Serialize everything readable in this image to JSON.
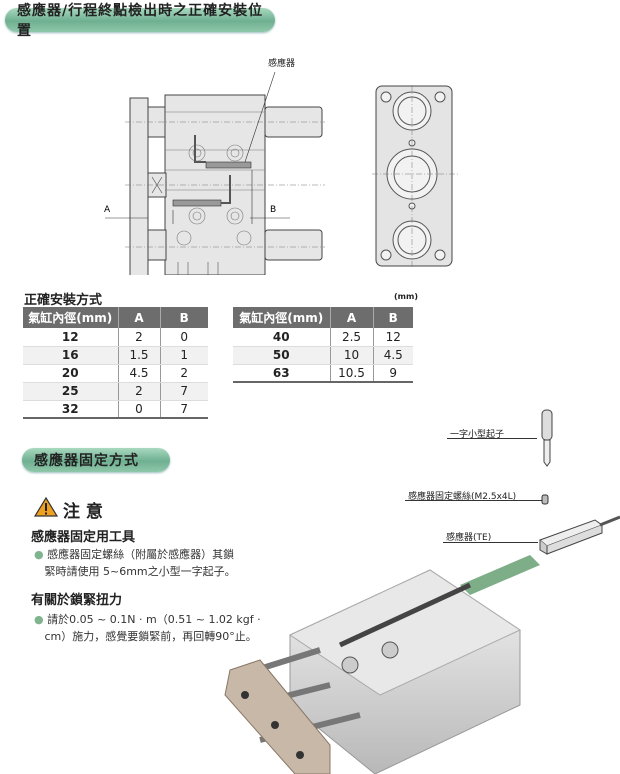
{
  "header": {
    "title": "感應器/行程終點檢出時之正確安裝位置"
  },
  "drawing": {
    "sensor_label": "感應器",
    "label_a": "A",
    "label_b": "B"
  },
  "tables": {
    "title": "正確安裝方式",
    "unit": "(mm)",
    "headers": [
      "氣缸內徑(mm)",
      "A",
      "B"
    ],
    "left": [
      [
        "12",
        "2",
        "0"
      ],
      [
        "16",
        "1.5",
        "1"
      ],
      [
        "20",
        "4.5",
        "2"
      ],
      [
        "25",
        "2",
        "7"
      ],
      [
        "32",
        "0",
        "7"
      ]
    ],
    "right": [
      [
        "40",
        "2.5",
        "12"
      ],
      [
        "50",
        "10",
        "4.5"
      ],
      [
        "63",
        "10.5",
        "9"
      ]
    ]
  },
  "section2": {
    "title": "感應器固定方式"
  },
  "caution": {
    "title": "注 意",
    "tool_heading": "感應器固定用工具",
    "tool_text_1": "感應器固定螺絲（附屬於感應器）其鎖",
    "tool_text_2": "緊時請使用 5~6mm之小型一字起子。",
    "torque_heading": "有關於鎖緊扭力",
    "torque_text_1": "請於0.05 ~ 0.1N · m（0.51 ~ 1.02 kgf ·",
    "torque_text_2": "cm）施力，感覺要鎖緊前，再回轉90°止。"
  },
  "parts": {
    "screwdriver": "一字小型起子",
    "screw": "感應器固定螺絲(M2.5x4L)",
    "sensor": "感應器(TE)"
  },
  "colors": {
    "header_green": "#6fb091",
    "table_header": "#6d6d6d",
    "arrow_green": "#5e9a6a"
  }
}
